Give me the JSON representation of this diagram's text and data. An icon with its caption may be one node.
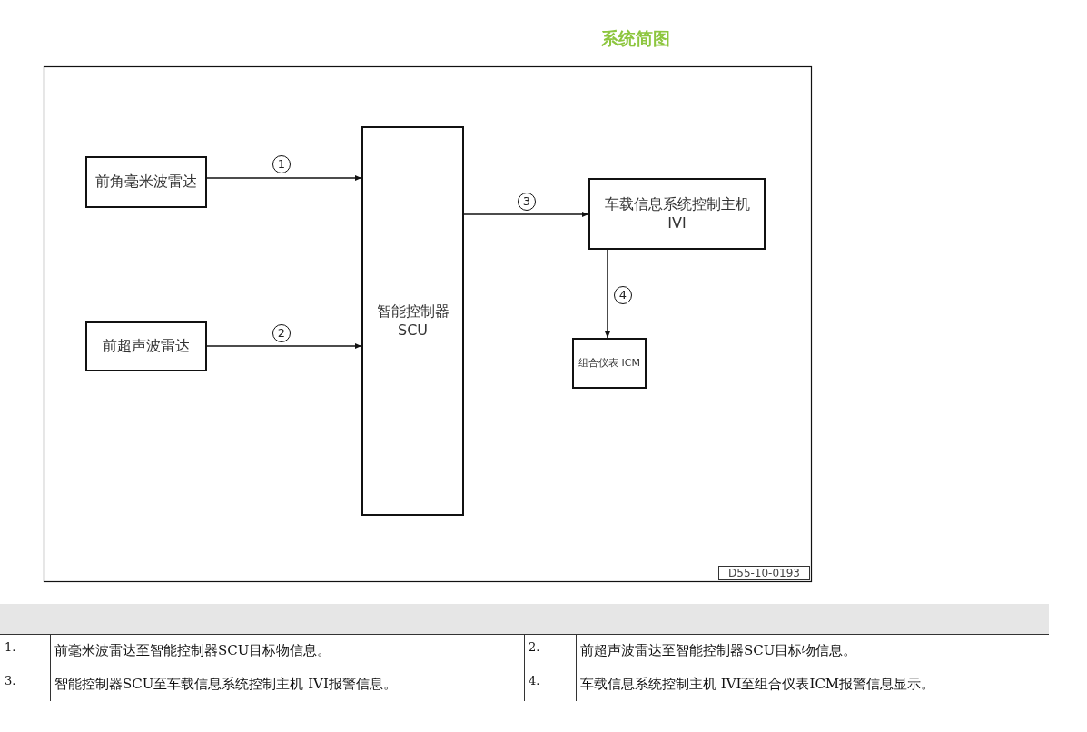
{
  "diagram": {
    "title": "系统简图",
    "nodes": [
      {
        "text": [
          "前角毫米波雷达"
        ]
      },
      {
        "text": [
          "前超声波雷达"
        ]
      },
      {
        "text": [
          "智能控制器 SCU"
        ]
      },
      {
        "text": [
          "车载信息系统控制主机 IVI"
        ]
      },
      {
        "text": [
          "组合仪表 ICM"
        ]
      }
    ],
    "edges": [
      {
        "from": 0,
        "to": 2,
        "arrow": "to",
        "label": "1"
      },
      {
        "from": 1,
        "to": 2,
        "arrow": "to",
        "label": "2"
      },
      {
        "from": 2,
        "to": 3,
        "arrow": "to",
        "label": "3"
      },
      {
        "from": 3,
        "to": 4,
        "arrow": "to",
        "label": "4"
      }
    ],
    "labels": [
      "D55-10-0193",
      "1.",
      "前毫米波雷达至智能控制器SCU目标物信息。",
      "2.",
      "前超声波雷达至智能控制器SCU目标物信息。",
      "3.",
      "智能控制器SCU至车载信息系统控制主机 IVI报警信息。",
      "4.",
      "车载信息系统控制主机 IVI至组合仪表ICM报警信息显示。"
    ]
  }
}
